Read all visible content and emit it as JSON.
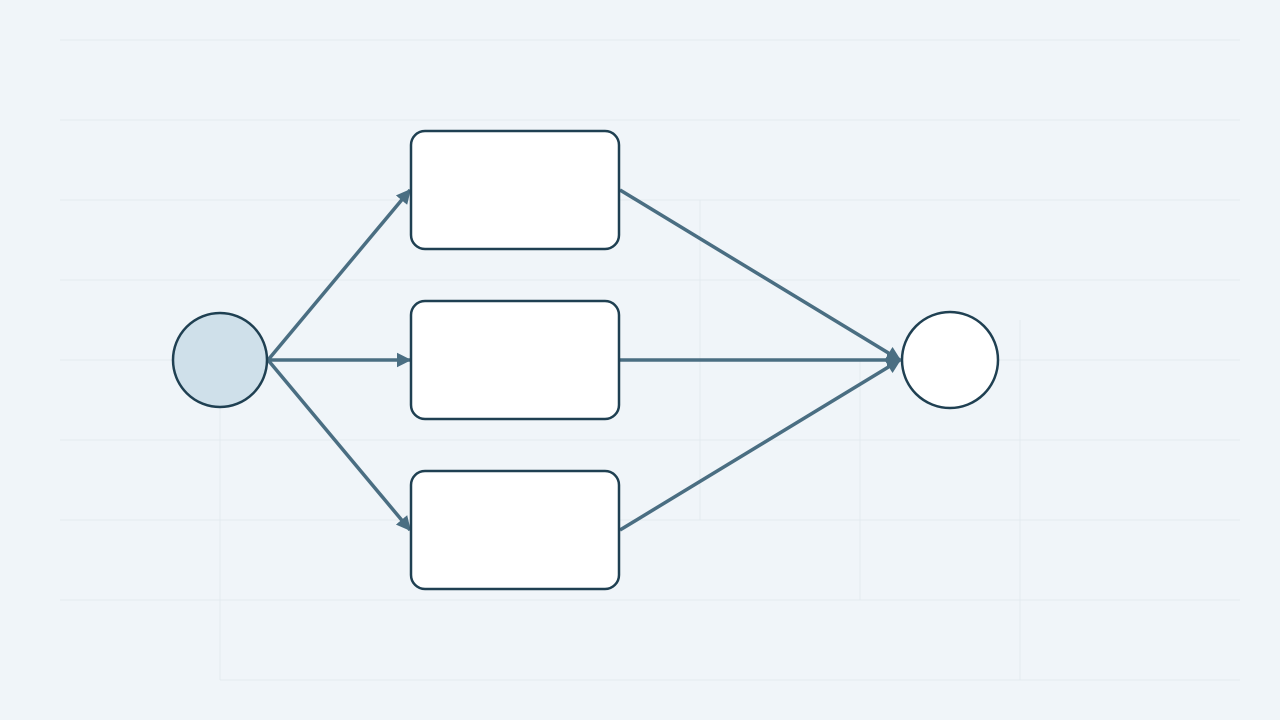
{
  "diagram": {
    "colors": {
      "background": "#f0f5f9",
      "grid": "#e3eaf0",
      "edge": "#4a6e82",
      "node_stroke": "#1f4052",
      "start_fill": "#cfe0ea",
      "node_fill": "#ffffff"
    },
    "nodes": [
      {
        "id": "start",
        "shape": "circle",
        "label": ""
      },
      {
        "id": "task-1",
        "shape": "rounded-rect",
        "label": ""
      },
      {
        "id": "task-2",
        "shape": "rounded-rect",
        "label": ""
      },
      {
        "id": "task-3",
        "shape": "rounded-rect",
        "label": ""
      },
      {
        "id": "end",
        "shape": "circle",
        "label": ""
      }
    ],
    "edges": [
      {
        "from": "start",
        "to": "task-1"
      },
      {
        "from": "start",
        "to": "task-2"
      },
      {
        "from": "start",
        "to": "task-3"
      },
      {
        "from": "task-1",
        "to": "end"
      },
      {
        "from": "task-2",
        "to": "end"
      },
      {
        "from": "task-3",
        "to": "end"
      }
    ]
  }
}
